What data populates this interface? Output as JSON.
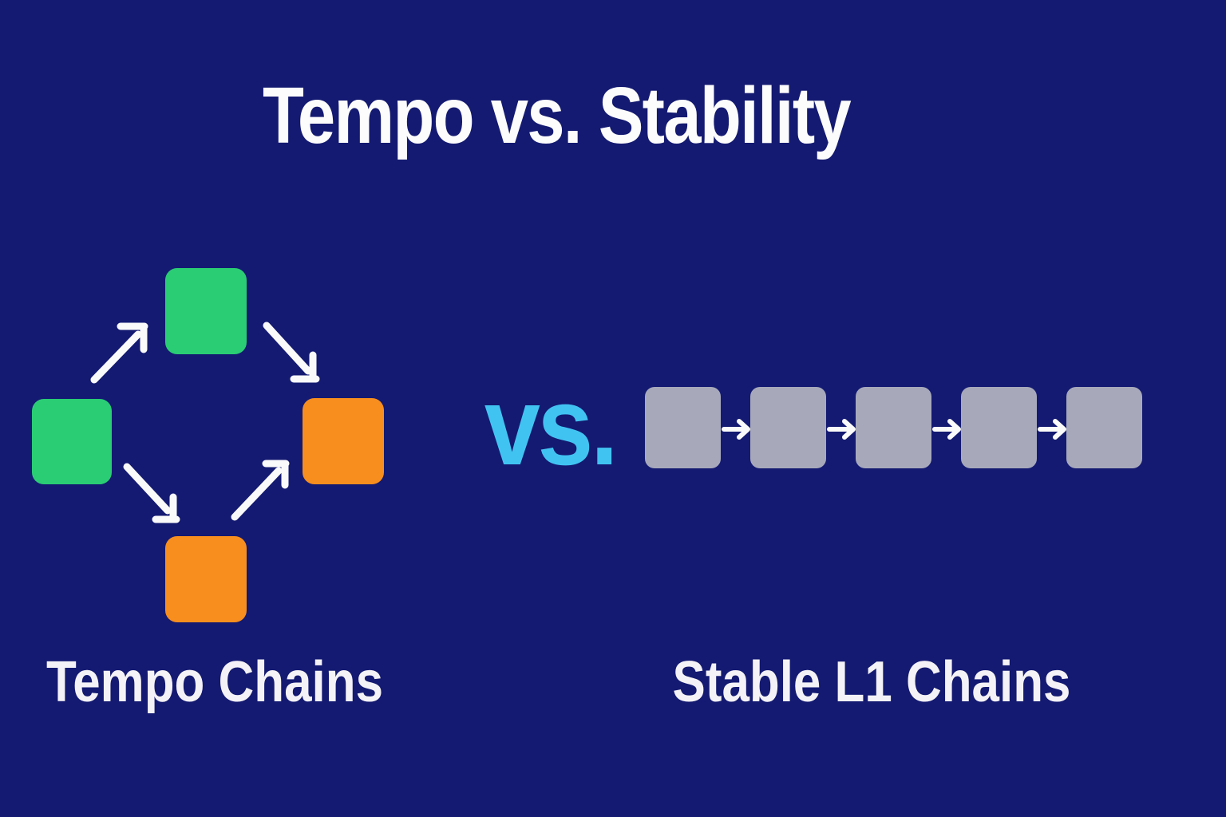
{
  "title": "Tempo vs. Stability",
  "comparison": {
    "separator_label": "vs.",
    "tempo": {
      "label": "Tempo Chains",
      "blocks": [
        {
          "position": "left",
          "color": "#2ACD74"
        },
        {
          "position": "top",
          "color": "#2ACD74"
        },
        {
          "position": "right",
          "color": "#F78E1E"
        },
        {
          "position": "bottom",
          "color": "#F78E1E"
        }
      ]
    },
    "stable": {
      "label": "Stable L1 Chains",
      "blocks": [
        {
          "color": "#A7A9BB"
        },
        {
          "color": "#A7A9BB"
        },
        {
          "color": "#A7A9BB"
        },
        {
          "color": "#A7A9BB"
        },
        {
          "color": "#A7A9BB"
        }
      ]
    }
  },
  "colors": {
    "background": "#141A71",
    "title_text": "#FCFCFC",
    "label_text": "#F4F2F6",
    "vs_accent": "#41C3F2",
    "arrow": "#FAFAFA"
  }
}
